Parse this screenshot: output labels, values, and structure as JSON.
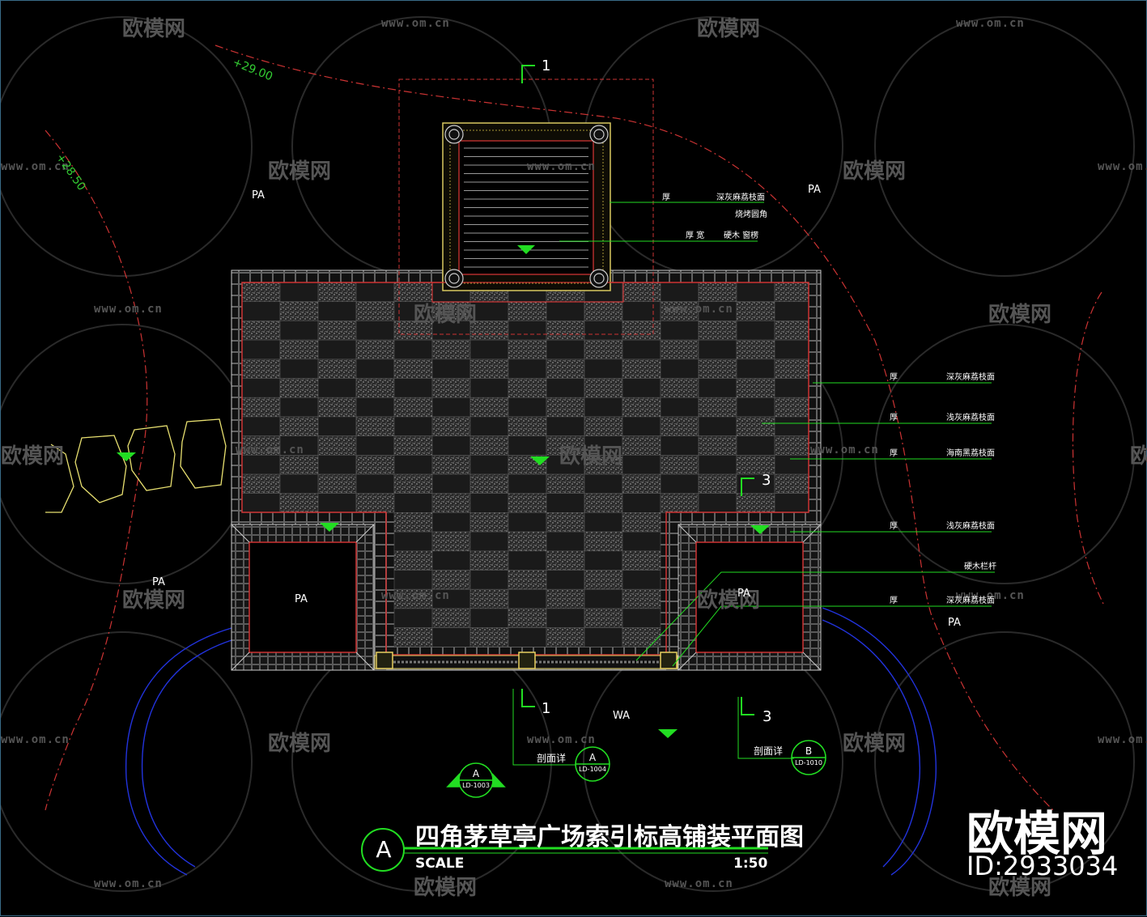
{
  "watermark": {
    "brand": "欧模网",
    "url": "www.om.cn"
  },
  "elevations": {
    "top": "+29.00",
    "left": "+28.50"
  },
  "zones": {
    "pa": "PA",
    "wa": "WA"
  },
  "callouts": [
    {
      "thickness": "厚",
      "material": "深灰麻荔枝面"
    },
    {
      "thickness": "",
      "material": "烧烤圆角"
    },
    {
      "thickness": "厚 宽",
      "material": "硬木 窗楞"
    },
    {
      "thickness": "厚",
      "material": "深灰麻荔枝面"
    },
    {
      "thickness": "厚",
      "material": "浅灰麻荔枝面"
    },
    {
      "thickness": "厚",
      "material": "海南黑荔枝面"
    },
    {
      "thickness": "厚",
      "material": "浅灰麻荔枝面"
    },
    {
      "thickness": "",
      "material": "硬木栏杆"
    },
    {
      "thickness": "厚",
      "material": "深灰麻荔枝面"
    }
  ],
  "sections": {
    "top": "1",
    "bottom_left": "1",
    "right": "3",
    "bottom_right": "3",
    "detail_label": "剖面详"
  },
  "bubbles": [
    {
      "letter": "A",
      "ref": "LD-1004"
    },
    {
      "letter": "B",
      "ref": "LD-1010"
    },
    {
      "letter": "A",
      "ref": "LD-1003"
    }
  ],
  "title": {
    "letter": "A",
    "text": "四角茅草亭广场索引标高铺装平面图",
    "scale_label": "SCALE",
    "scale_value": "1:50"
  },
  "brand": {
    "name": "欧模网",
    "id": "ID:2933034"
  },
  "colors": {
    "background": "#000000",
    "paving_dark": "#1a1a1a",
    "paving_speckle": "#8a8a8a",
    "outline_red": "#cc2222",
    "leader_green": "#22cc22",
    "water_blue": "#2233dd",
    "pavilion_yellow": "#d8c860"
  }
}
